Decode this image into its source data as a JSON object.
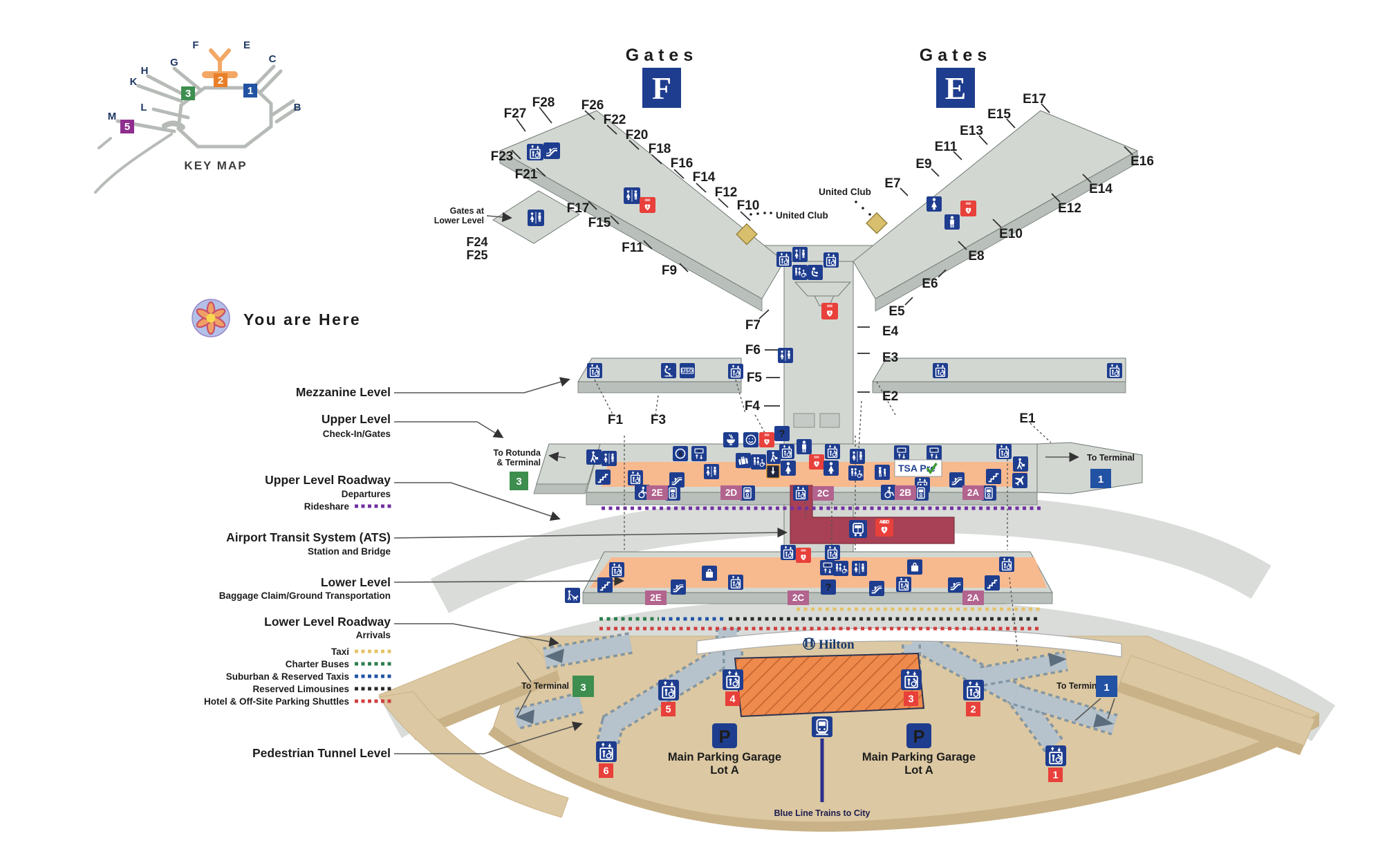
{
  "key_map": {
    "title": "KEY MAP",
    "letters": {
      "f": "F",
      "e": "E",
      "g": "G",
      "h": "H",
      "k": "K",
      "l": "L",
      "m": "M",
      "c": "C",
      "b": "B"
    },
    "terminals": {
      "t1": "1",
      "t2": "2",
      "t3": "3",
      "t5": "5"
    }
  },
  "headers": {
    "f_label": "Gates",
    "f_letter": "F",
    "e_label": "Gates",
    "e_letter": "E"
  },
  "gates_f": {
    "f1": "F1",
    "f3": "F3",
    "f4": "F4",
    "f5": "F5",
    "f6": "F6",
    "f7": "F7",
    "f9": "F9",
    "f10": "F10",
    "f11": "F11",
    "f12": "F12",
    "f14": "F14",
    "f15": "F15",
    "f16": "F16",
    "f17": "F17",
    "f18": "F18",
    "f20": "F20",
    "f21": "F21",
    "f22": "F22",
    "f23": "F23",
    "f24": "F24",
    "f25": "F25",
    "f26": "F26",
    "f27": "F27",
    "f28": "F28"
  },
  "gates_e": {
    "e1": "E1",
    "e2": "E2",
    "e3": "E3",
    "e4": "E4",
    "e5": "E5",
    "e6": "E6",
    "e7": "E7",
    "e8": "E8",
    "e9": "E9",
    "e10": "E10",
    "e11": "E11",
    "e12": "E12",
    "e13": "E13",
    "e14": "E14",
    "e15": "E15",
    "e16": "E16",
    "e17": "E17"
  },
  "annotations": {
    "united_club_1": "United Club",
    "united_club_2": "United Club",
    "gates_lower_1": "Gates at",
    "gates_lower_2": "Lower Level",
    "you_are_here": "You are Here"
  },
  "levels": {
    "mezzanine": "Mezzanine Level",
    "upper": "Upper Level",
    "upper_sub": "Check-In/Gates",
    "upper_roadway": "Upper Level Roadway",
    "upper_roadway_sub": "Departures",
    "rideshare": "Rideshare",
    "ats": "Airport Transit System (ATS)",
    "ats_sub": "Station and Bridge",
    "lower": "Lower Level",
    "lower_sub": "Baggage Claim/Ground Transportation",
    "lower_roadway": "Lower Level Roadway",
    "lower_roadway_sub": "Arrivals",
    "pedestrian": "Pedestrian Tunnel Level"
  },
  "legend": {
    "taxi": "Taxi",
    "charter": "Charter Buses",
    "suburban": "Suburban & Reserved Taxis",
    "limo": "Reserved Limousines",
    "hotel": "Hotel & Off-Site Parking Shuttles"
  },
  "links": {
    "rotunda_1": "To Rotunda",
    "rotunda_2": "& Terminal",
    "rotunda_num": "3",
    "upper_terminal": "To Terminal",
    "upper_terminal_num": "1",
    "lower_left": "To Terminal",
    "lower_left_num": "3",
    "lower_right": "To Terminal",
    "lower_right_num": "1"
  },
  "zones": {
    "z2e": "2E",
    "z2d": "2D",
    "z2c": "2C",
    "z2b": "2B",
    "z2a": "2A"
  },
  "badges": {
    "tsa": "TSA Pre",
    "aed": "AED",
    "uso": "USO",
    "hilton": "Hilton",
    "hilton_h": "H",
    "info": "?",
    "dollar": "$",
    "p": "P"
  },
  "parking": {
    "line1": "Main Parking Garage",
    "line2": "Lot A"
  },
  "elevators": {
    "n1": "1",
    "n2": "2",
    "n3": "3",
    "n4": "4",
    "n5": "5",
    "n6": "6"
  },
  "transit": {
    "blue_line": "Blue Line Trains to City"
  },
  "colors": {
    "icon_blue": "#1e3d8f",
    "aed_red": "#e8403a",
    "band_orange": "#f7b98e",
    "ats_maroon": "#a84156",
    "zone_mauve": "#b2638e",
    "terminal_1_blue": "#2152a3",
    "terminal_2_orange": "#e87f28",
    "terminal_3_green": "#3d8e4f",
    "terminal_5_purple": "#8f2e8f",
    "rideshare": "#7030a0",
    "taxi": "#e3c36b",
    "charter": "#2e7d4f",
    "suburban": "#2255a4",
    "limo": "#2b2b2b",
    "hotel_shuttle": "#cf4040"
  }
}
